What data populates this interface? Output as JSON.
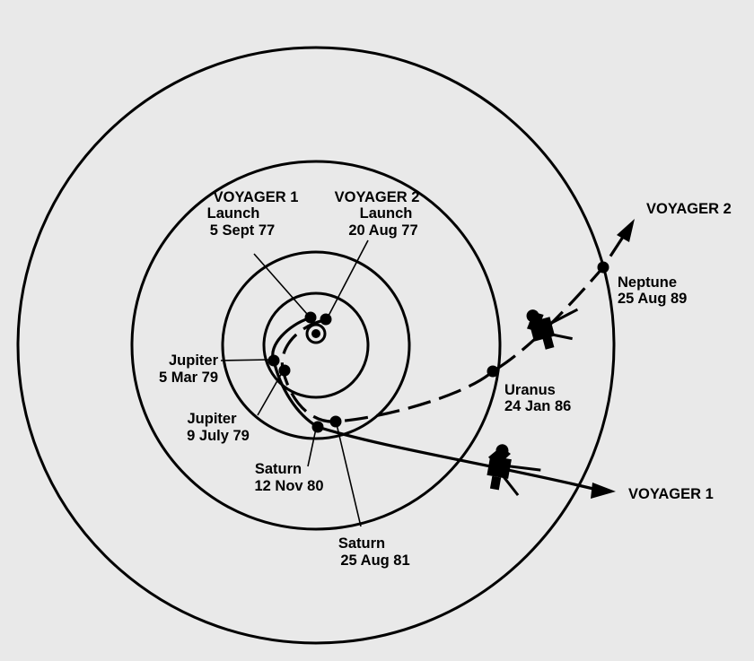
{
  "colors": {
    "background": "#e9e9e9",
    "ink": "#000000"
  },
  "trajectories": {
    "voyager1": "VOYAGER 1",
    "voyager2": "VOYAGER 2"
  },
  "launch": {
    "v1": {
      "title": "VOYAGER 1",
      "event": "Launch",
      "date": "5 Sept 77"
    },
    "v2": {
      "title": "VOYAGER 2",
      "event": "Launch",
      "date": "20 Aug 77"
    }
  },
  "encounters": {
    "jupiter_v1": {
      "planet": "Jupiter",
      "date": "5 Mar 79"
    },
    "jupiter_v2": {
      "planet": "Jupiter",
      "date": "9 July 79"
    },
    "saturn_v1": {
      "planet": "Saturn",
      "date": "12 Nov 80"
    },
    "saturn_v2": {
      "planet": "Saturn",
      "date": "25 Aug 81"
    },
    "uranus": {
      "planet": "Uranus",
      "date": "24 Jan 86"
    },
    "neptune": {
      "planet": "Neptune",
      "date": "25 Aug 89"
    }
  },
  "icons": [
    "sun-icon",
    "spacecraft-icon"
  ]
}
